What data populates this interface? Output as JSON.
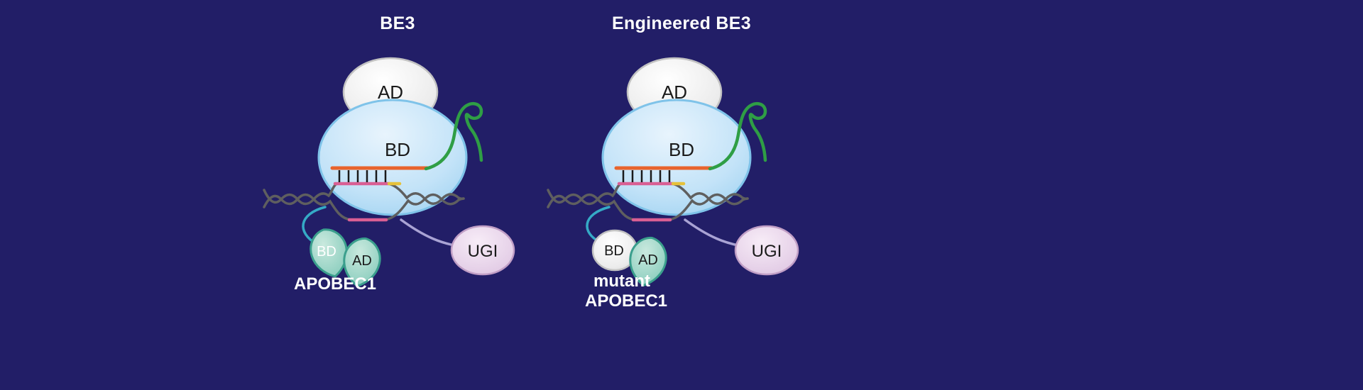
{
  "figure": {
    "panels": [
      {
        "title": "BE3",
        "cas9": {
          "ad_label": "AD",
          "bd_label": "BD"
        },
        "deaminase": {
          "bd_label": "BD",
          "ad_label": "AD",
          "label_lines": [
            "APOBEC1"
          ]
        },
        "ugi_label": "UGI"
      },
      {
        "title": "Engineered BE3",
        "cas9": {
          "ad_label": "AD",
          "bd_label": "BD"
        },
        "deaminase": {
          "bd_label": "BD",
          "ad_label": "AD",
          "label_lines": [
            "mutant",
            "APOBEC1"
          ]
        },
        "ugi_label": "UGI"
      }
    ]
  },
  "colors": {
    "background": "#221e67",
    "title_text": "#ffffff",
    "label_dark": "#1a1a1a",
    "cas9_fill_light": "#e8f4fd",
    "cas9_fill_mid": "#c3e3f8",
    "cas9_fill_dark": "#9bd0f0",
    "cas9_stroke": "#7fc3e9",
    "ad_fill_light": "#ffffff",
    "ad_fill_mid": "#ececec",
    "ad_fill_dark": "#d4d4d4",
    "ad_stroke": "#c2c2c2",
    "apobec_fill_light": "#c9e9de",
    "apobec_fill_dark": "#7cc7b6",
    "apobec_stroke": "#3b9f8d",
    "ugi_fill_light": "#f7ecf7",
    "ugi_fill_dark": "#dcc2e0",
    "ugi_stroke": "#c19fc6",
    "sgrna_green": "#2f9e45",
    "spacer_orange": "#e8632c",
    "target_pink": "#d95f94",
    "pam_yellow": "#e6c13a",
    "dna_gray": "#5f5f5f",
    "basepair_black": "#1a1a1a",
    "linker_cyan": "#35aac6",
    "linker_purple": "#a9a3d4"
  }
}
